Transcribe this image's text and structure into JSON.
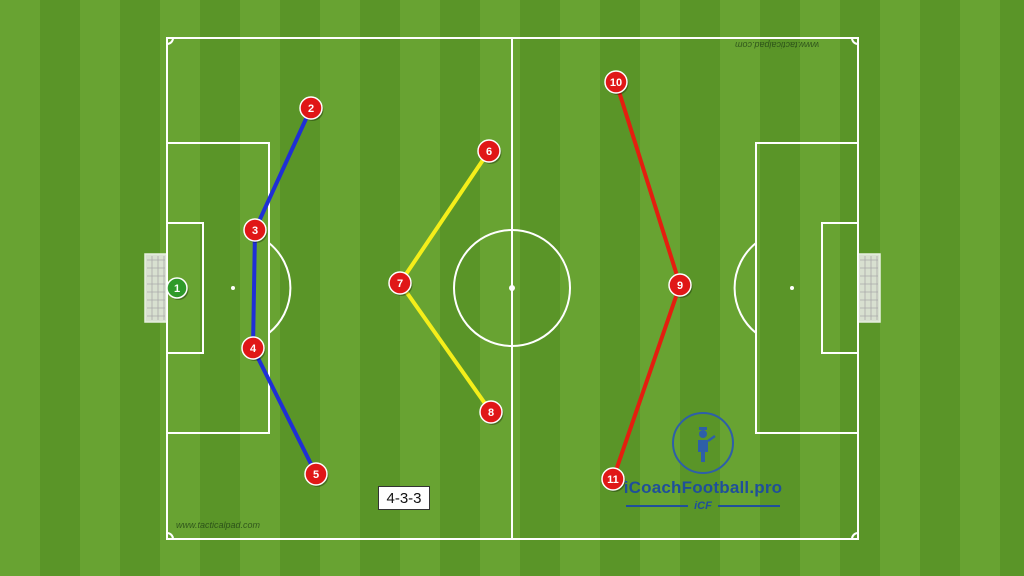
{
  "formation_label": "4-3-3",
  "watermark": "www.tacticalpad.com",
  "brand": {
    "name": "iCoachFootball.pro",
    "sub": "iCF"
  },
  "colors": {
    "defense_line": "#1f2fd6",
    "midfield_line": "#f4ee1a",
    "attack_line": "#e41e0f",
    "player": "#e01717",
    "goalkeeper": "#2f9a2a"
  },
  "players": [
    {
      "number": "1",
      "role": "goalkeeper"
    },
    {
      "number": "2",
      "role": "defender"
    },
    {
      "number": "3",
      "role": "defender"
    },
    {
      "number": "4",
      "role": "defender"
    },
    {
      "number": "5",
      "role": "defender"
    },
    {
      "number": "6",
      "role": "midfielder"
    },
    {
      "number": "7",
      "role": "midfielder"
    },
    {
      "number": "8",
      "role": "midfielder"
    },
    {
      "number": "9",
      "role": "forward"
    },
    {
      "number": "10",
      "role": "forward"
    },
    {
      "number": "11",
      "role": "forward"
    }
  ],
  "lines": [
    {
      "name": "defense-line",
      "players": [
        "2",
        "3",
        "4",
        "5"
      ],
      "color": "#1f2fd6"
    },
    {
      "name": "midfield-line",
      "players": [
        "6",
        "7",
        "8"
      ],
      "color": "#f4ee1a"
    },
    {
      "name": "attack-line",
      "players": [
        "10",
        "9",
        "11"
      ],
      "color": "#e41e0f"
    }
  ]
}
